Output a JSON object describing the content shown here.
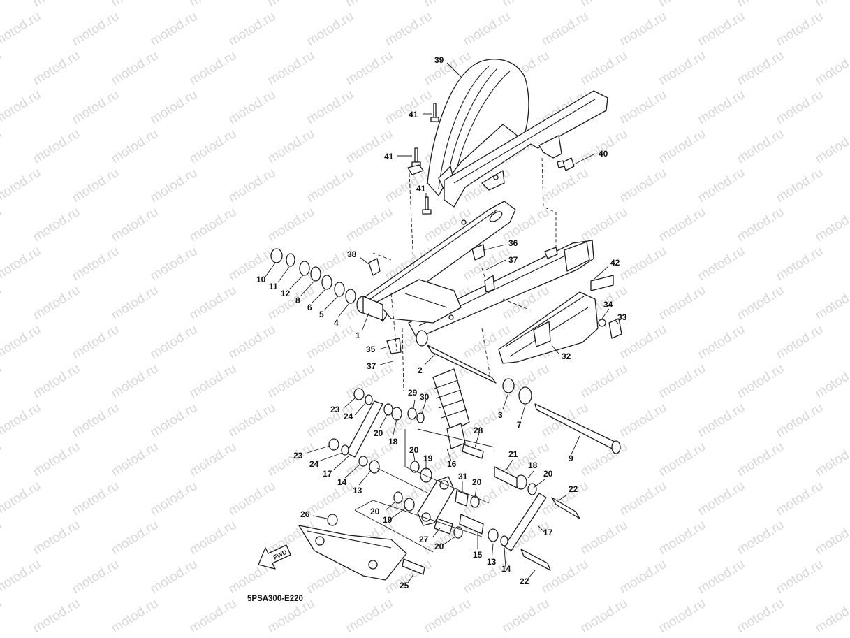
{
  "watermark": "motod.ru",
  "diagram_code": "5PSA300-E220",
  "fwd_label": "FWD",
  "colors": {
    "line": "#1a1a1a",
    "watermark": "#d9d9d9",
    "background": "#ffffff"
  },
  "callouts": {
    "c39": "39",
    "c41a": "41",
    "c41b": "41",
    "c41c": "41",
    "c40": "40",
    "c38": "38",
    "c36": "36",
    "c37a": "37",
    "c42": "42",
    "c10": "10",
    "c11": "11",
    "c12": "12",
    "c8": "8",
    "c6": "6",
    "c5": "5",
    "c4": "4",
    "c1": "1",
    "c34": "34",
    "c33": "33",
    "c35": "35",
    "c37b": "37",
    "c32": "32",
    "c2": "2",
    "c29": "29",
    "c30": "30",
    "c3": "3",
    "c7": "7",
    "c23a": "23",
    "c24a": "24",
    "c20a": "20",
    "c18a": "18",
    "c28": "28",
    "c23b": "23",
    "c24b": "24",
    "c17a": "17",
    "c14a": "14",
    "c13a": "13",
    "c20b": "20",
    "c19a": "19",
    "c16": "16",
    "c21": "21",
    "c18b": "18",
    "c20c": "20",
    "c9": "9",
    "c31": "31",
    "c20d": "20",
    "c20e": "20",
    "c19b": "19",
    "c22a": "22",
    "c26": "26",
    "c27": "27",
    "c20f": "20",
    "c15": "15",
    "c13b": "13",
    "c14b": "14",
    "c17b": "17",
    "c25": "25",
    "c22b": "22"
  }
}
